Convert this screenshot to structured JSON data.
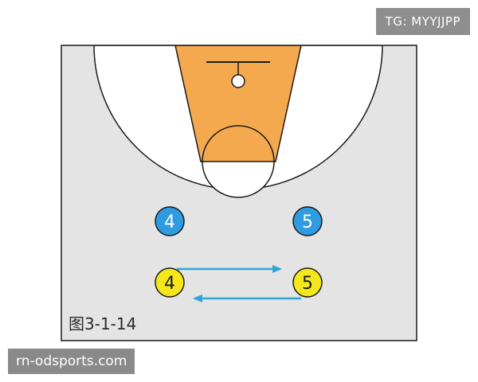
{
  "figure_caption": "图3-1-14",
  "watermark_top": "TG: MYYJJPP",
  "watermark_bottom": "rn-odsports.com",
  "players": [
    {
      "label": "4",
      "role": "offense",
      "color": "#2f9be0"
    },
    {
      "label": "5",
      "role": "offense",
      "color": "#2f9be0"
    },
    {
      "label": "4",
      "role": "defense",
      "color": "#f4e81c"
    },
    {
      "label": "5",
      "role": "defense",
      "color": "#f4e81c"
    }
  ],
  "colors": {
    "court": "#e4e4e4",
    "lane": "#f5a94f",
    "arrow": "#2ea4d8",
    "line": "#1a1a1a"
  }
}
